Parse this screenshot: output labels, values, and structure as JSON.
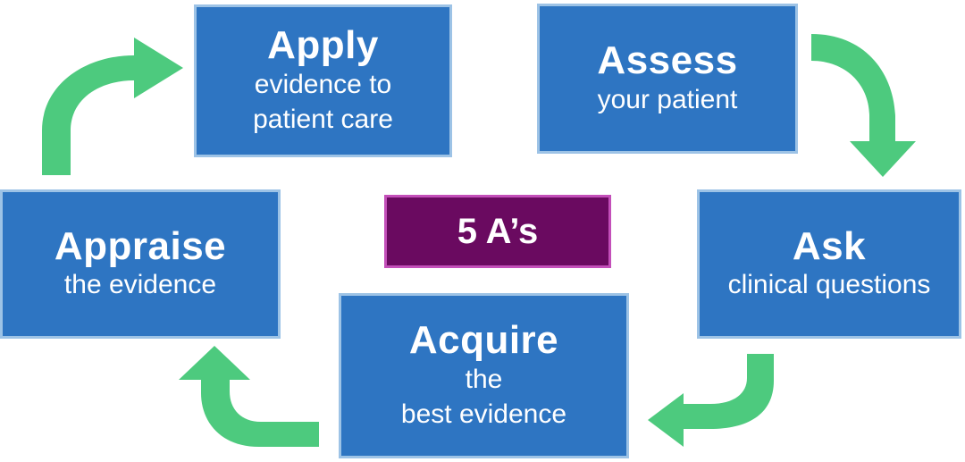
{
  "colors": {
    "box_fill": "#2e75c2",
    "box_border": "#9dc3e6",
    "center_fill": "#6a0a60",
    "center_border": "#c34fb9",
    "arrow": "#4dca7e"
  },
  "center": {
    "label": "5 A’s"
  },
  "steps": [
    {
      "title": "Assess",
      "lines": [
        "your patient"
      ]
    },
    {
      "title": "Ask",
      "lines": [
        "clinical questions"
      ]
    },
    {
      "title": "Acquire",
      "lines": [
        "the",
        "best evidence"
      ]
    },
    {
      "title": "Appraise",
      "lines": [
        "the evidence"
      ]
    },
    {
      "title": "Apply",
      "lines": [
        "evidence to",
        "patient care"
      ]
    }
  ]
}
